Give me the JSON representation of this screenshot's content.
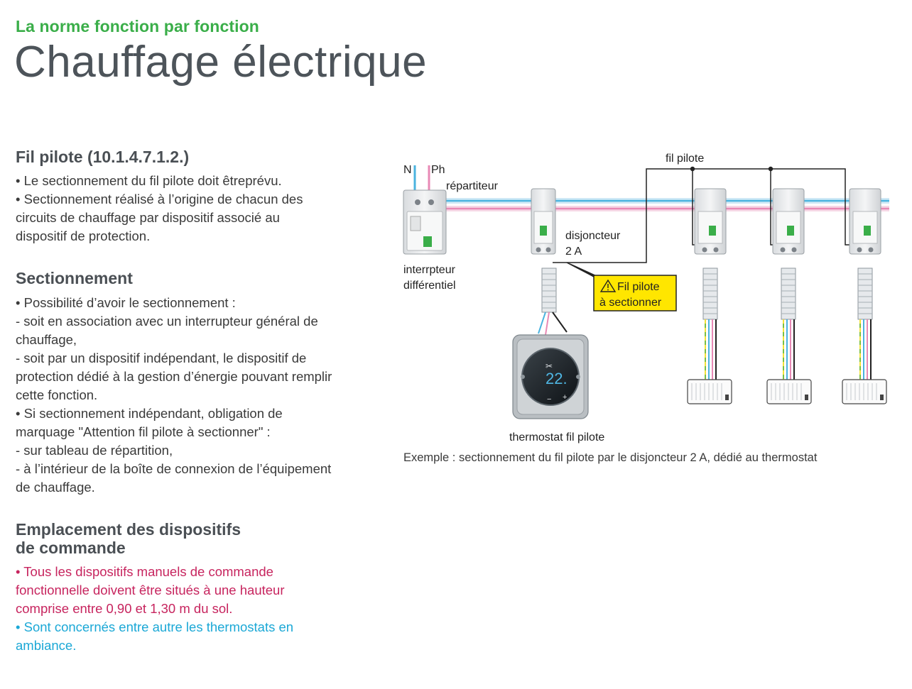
{
  "header": {
    "supertitle": "La norme fonction par fonction",
    "title": "Chauffage électrique"
  },
  "sections": {
    "fil_pilote": {
      "heading": "Fil pilote (10.1.4.7.1.2.)",
      "lines": [
        "• Le sectionnement du fil pilote doit êtreprévu.",
        "• Sectionnement réalisé à l’origine de chacun des",
        "circuits de chauffage par dispositif associé au",
        "dispositif de protection."
      ]
    },
    "sectionnement": {
      "heading": "Sectionnement",
      "lines": [
        "• Possibilité d’avoir le sectionnement :",
        "- soit en association avec un interrupteur général de",
        "chauffage,",
        "- soit par un dispositif indépendant, le dispositif de",
        "protection dédié à la gestion d’énergie pouvant remplir",
        "cette fonction.",
        "• Si sectionnement indépendant, obligation de",
        "marquage \"Attention fil pilote à sectionner\" :",
        "- sur tableau de répartition,",
        "- à l’intérieur de la boîte de connexion de l’équipement",
        "de chauffage."
      ]
    },
    "emplacement": {
      "heading_line1": "Emplacement des dispositifs",
      "heading_line2": "de commande",
      "red_lines": [
        "• Tous les dispositifs manuels de commande",
        "fonctionnelle doivent être situés à une hauteur",
        "comprise entre 0,90 et 1,30 m du sol."
      ],
      "cyan_lines": [
        "• Sont concernés entre autre les thermostats en",
        "ambiance."
      ]
    }
  },
  "diagram": {
    "label_n": "N",
    "label_ph": "Ph",
    "label_repartiteur": "répartiteur",
    "label_fil_pilote": "fil pilote",
    "label_disjoncteur": "disjoncteur",
    "label_2a": "2 A",
    "label_interrupteur_1": "interrpteur",
    "label_interrupteur_2": "différentiel",
    "warning_line1": "Fil pilote",
    "warning_line2": "à sectionner",
    "label_thermostat": "thermostat fil pilote",
    "thermostat_display": "22.",
    "caption": "Exemple : sectionnement du fil pilote par le disjoncteur 2 A, dédié au thermostat",
    "colors": {
      "neutral": "#4ab3df",
      "phase": "#e889b5",
      "earth_green": "#7bbf44",
      "earth_yellow": "#f2e23a",
      "warning_fill": "#ffe600",
      "brand_green": "#3aae49"
    }
  }
}
